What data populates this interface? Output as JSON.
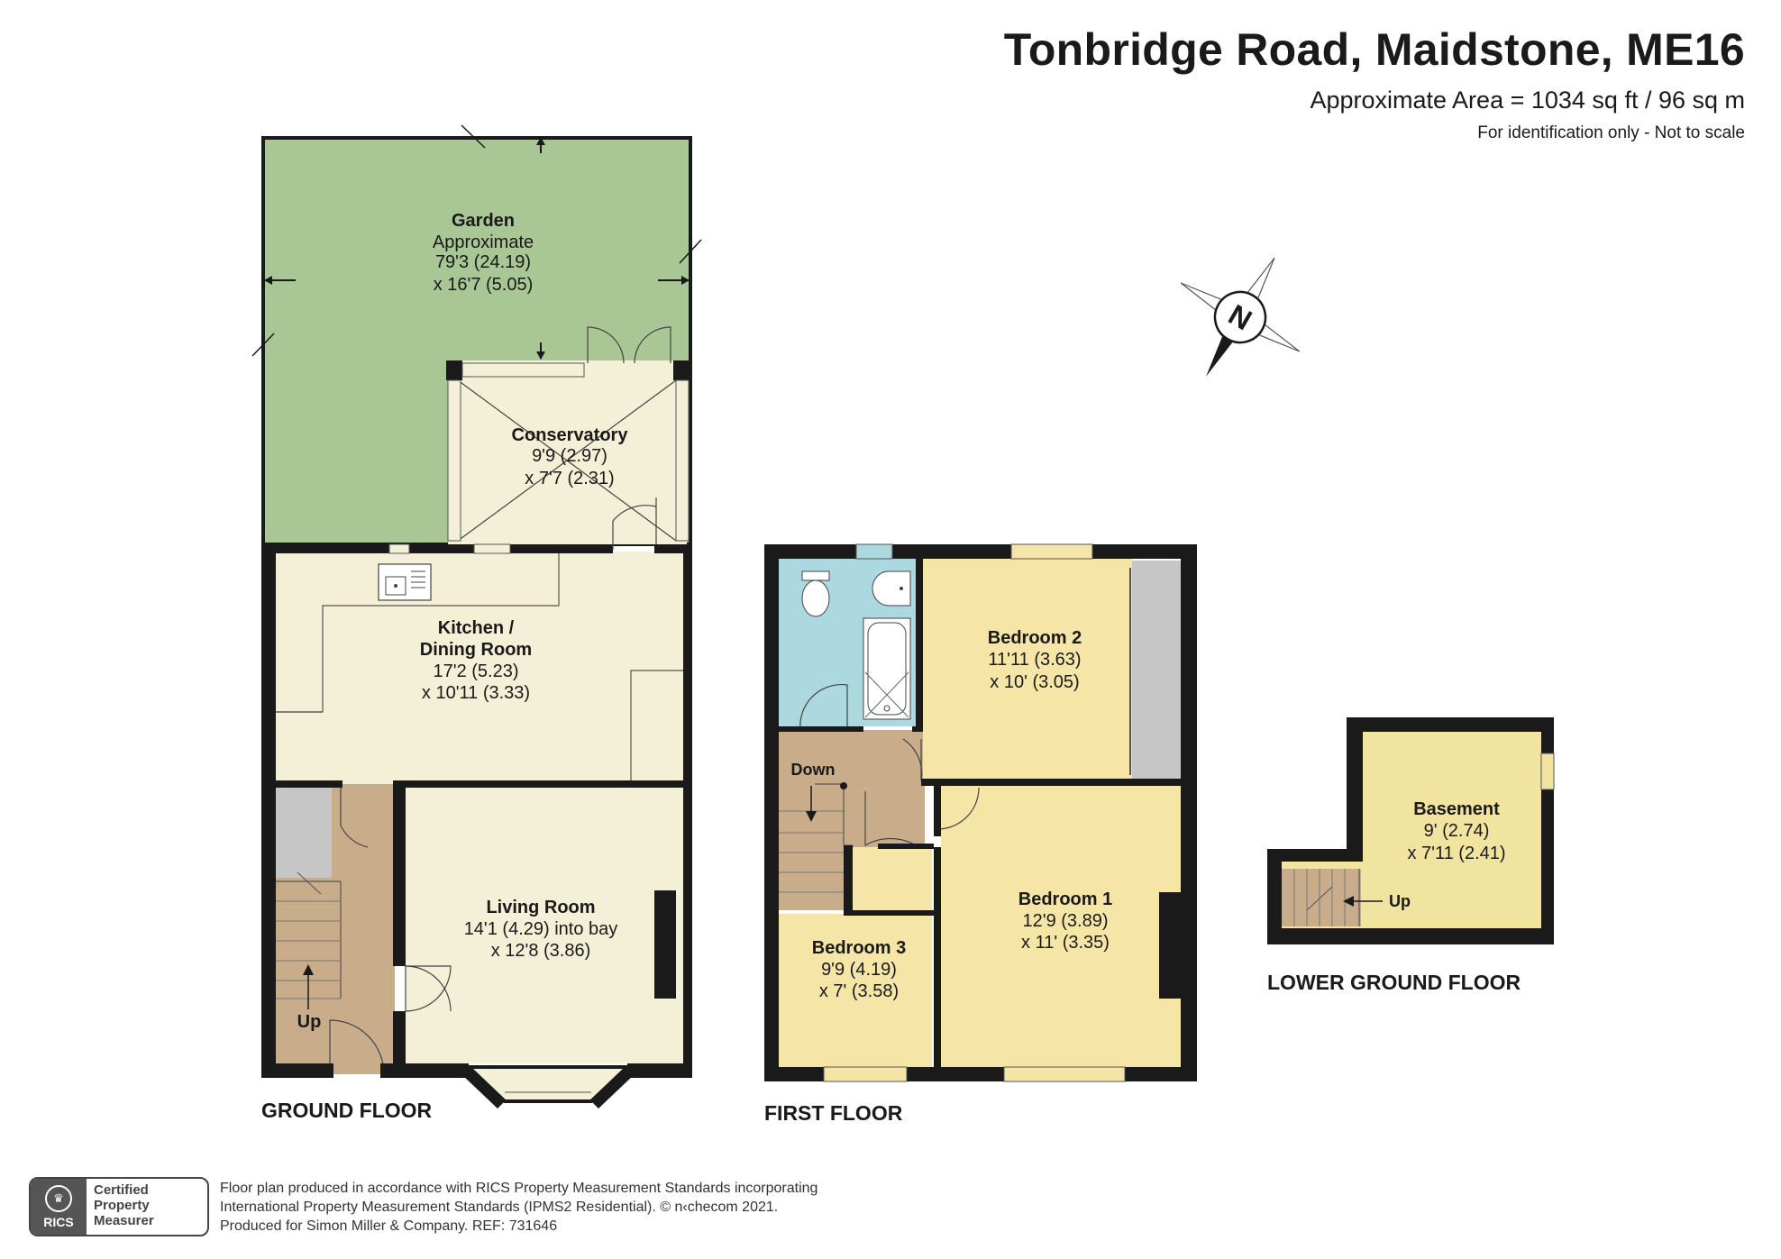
{
  "header": {
    "title": "Tonbridge Road, Maidstone, ME16",
    "area": "Approximate Area = 1034 sq ft / 96 sq m",
    "note": "For identification only - Not to scale"
  },
  "colors": {
    "wall": "#1a1a1a",
    "garden": "#a8c795",
    "kitchen": "#f4f0d8",
    "conservatory": "#f4f0d8",
    "living": "#f4f0d8",
    "hall": "#c9ad8a",
    "store": "#c6c6c6",
    "bathroom": "#acd8e0",
    "bedroom": "#f5e6a8",
    "basement": "#f0e4a0"
  },
  "compass": {
    "label": "N",
    "icon": "north-compass-icon"
  },
  "floors": {
    "ground": {
      "label": "GROUND FLOOR",
      "rooms": {
        "garden": {
          "name": "Garden",
          "l1": "Approximate",
          "l2": "79'3 (24.19)",
          "l3": "x 16'7 (5.05)"
        },
        "conservatory": {
          "name": "Conservatory",
          "l1": "9'9 (2.97)",
          "l2": "x 7'7 (2.31)"
        },
        "kitchen": {
          "name1": "Kitchen /",
          "name2": "Dining Room",
          "l1": "17'2 (5.23)",
          "l2": "x 10'11 (3.33)"
        },
        "living": {
          "name": "Living Room",
          "l1": "14'1 (4.29) into bay",
          "l2": "x 12'8 (3.86)"
        }
      },
      "stairs": "Up"
    },
    "first": {
      "label": "FIRST FLOOR",
      "rooms": {
        "bed1": {
          "name": "Bedroom 1",
          "l1": "12'9 (3.89)",
          "l2": "x 11' (3.35)"
        },
        "bed2": {
          "name": "Bedroom 2",
          "l1": "11'11 (3.63)",
          "l2": "x 10' (3.05)"
        },
        "bed3": {
          "name": "Bedroom 3",
          "l1": "9'9 (4.19)",
          "l2": "x 7' (3.58)"
        }
      },
      "stairs": "Down"
    },
    "lower": {
      "label": "LOWER GROUND FLOOR",
      "rooms": {
        "basement": {
          "name": "Basement",
          "l1": "9' (2.74)",
          "l2": "x 7'11 (2.41)"
        }
      },
      "stairs": "Up"
    }
  },
  "footer": {
    "line1": "Floor plan produced in accordance with RICS Property Measurement Standards incorporating",
    "line2": "International Property Measurement Standards (IPMS2 Residential).   © n‹checom 2021.",
    "line3": "Produced for Simon Miller & Company.    REF:  731646",
    "badge_org": "RICS",
    "badge_l1": "Certified",
    "badge_l2": "Property",
    "badge_l3": "Measurer"
  }
}
